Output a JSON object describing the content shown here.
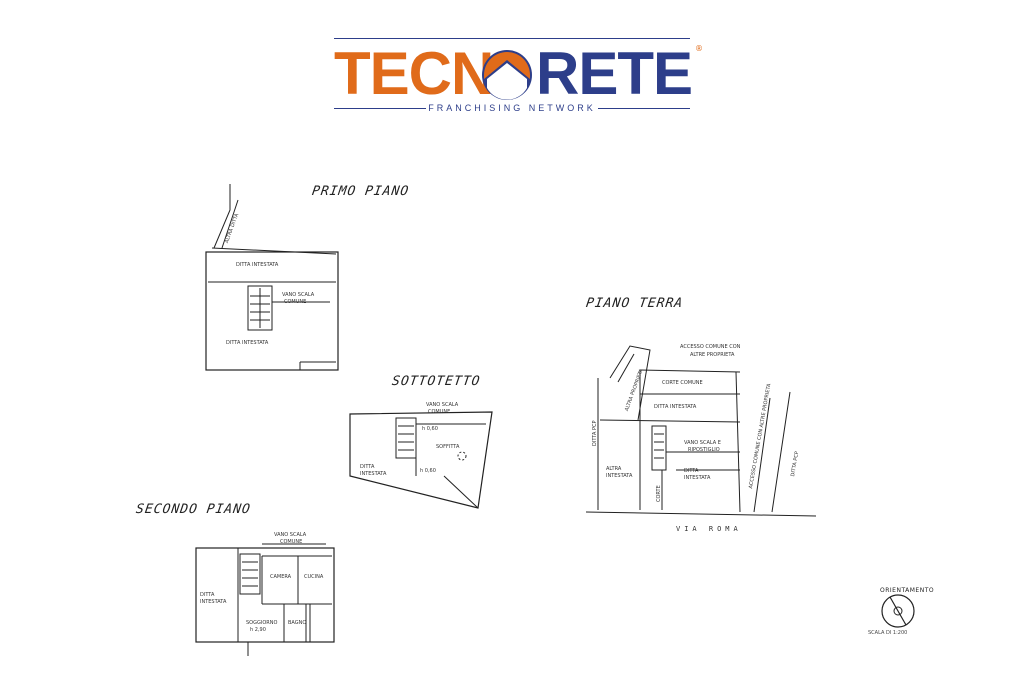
{
  "logo": {
    "word_left": "TECN",
    "word_right": "RETE",
    "tagline": "FRANCHISING  NETWORK",
    "registered": "®",
    "colors": {
      "orange": "#e06b1a",
      "blue": "#2d3e8a"
    }
  },
  "floors": {
    "primo": {
      "title": "PRIMO PIANO",
      "labels": {
        "ditta_top": "DITTA INTESTATA",
        "vano_scala": "VANO SCALA",
        "comune": "COMUNE",
        "ditta_bottom": "DITTA INTESTATA",
        "altra_ditta": "ALTRA DITTA"
      }
    },
    "terra": {
      "title": "PIANO TERRA",
      "labels": {
        "accesso_top": "ACCESSO COMUNE CON",
        "altre_proprieta": "ALTRE PROPRIETA",
        "altra_proprieta": "ALTRA PROPRIETA",
        "corte_comune": "CORTE COMUNE",
        "ditta_intestata": "DITTA INTESTATA",
        "vano_scala": "VANO SCALA E",
        "ripostiglio": "RIPOSTIGLIO",
        "altra_intestata": "ALTRA INTESTATA",
        "ditta_intestata2": "DITTA INTESTATA",
        "ditta_left": "DITTA PCP",
        "corte": "CORTE",
        "accesso_right": "ACCESSO COMUNE CON ALTRE PROPRIETA",
        "ditta_right": "DITTA PCP"
      },
      "street": "VIA ROMA"
    },
    "sottotetto": {
      "title": "SOTTOTETTO",
      "labels": {
        "vano_scala": "VANO SCALA",
        "comune": "COMUNE",
        "soffitta": "SOFFITTA",
        "h_top": "h 0,60",
        "h_bottom": "h 0,60",
        "ditta_intestata": "DITTA INTESTATA"
      }
    },
    "secondo": {
      "title": "SECONDO PIANO",
      "labels": {
        "vano_scala": "VANO SCALA",
        "comune": "COMUNE",
        "camera": "CAMERA",
        "cucina": "CUCINA",
        "soggiorno": "SOGGIORNO",
        "h": "h 2,90",
        "bagno": "BAGNO",
        "ditta_intestata": "DITTA INTESTATA"
      }
    }
  },
  "compass": {
    "title": "ORIENTAMENTO",
    "scale": "SCALA DI 1:200"
  }
}
